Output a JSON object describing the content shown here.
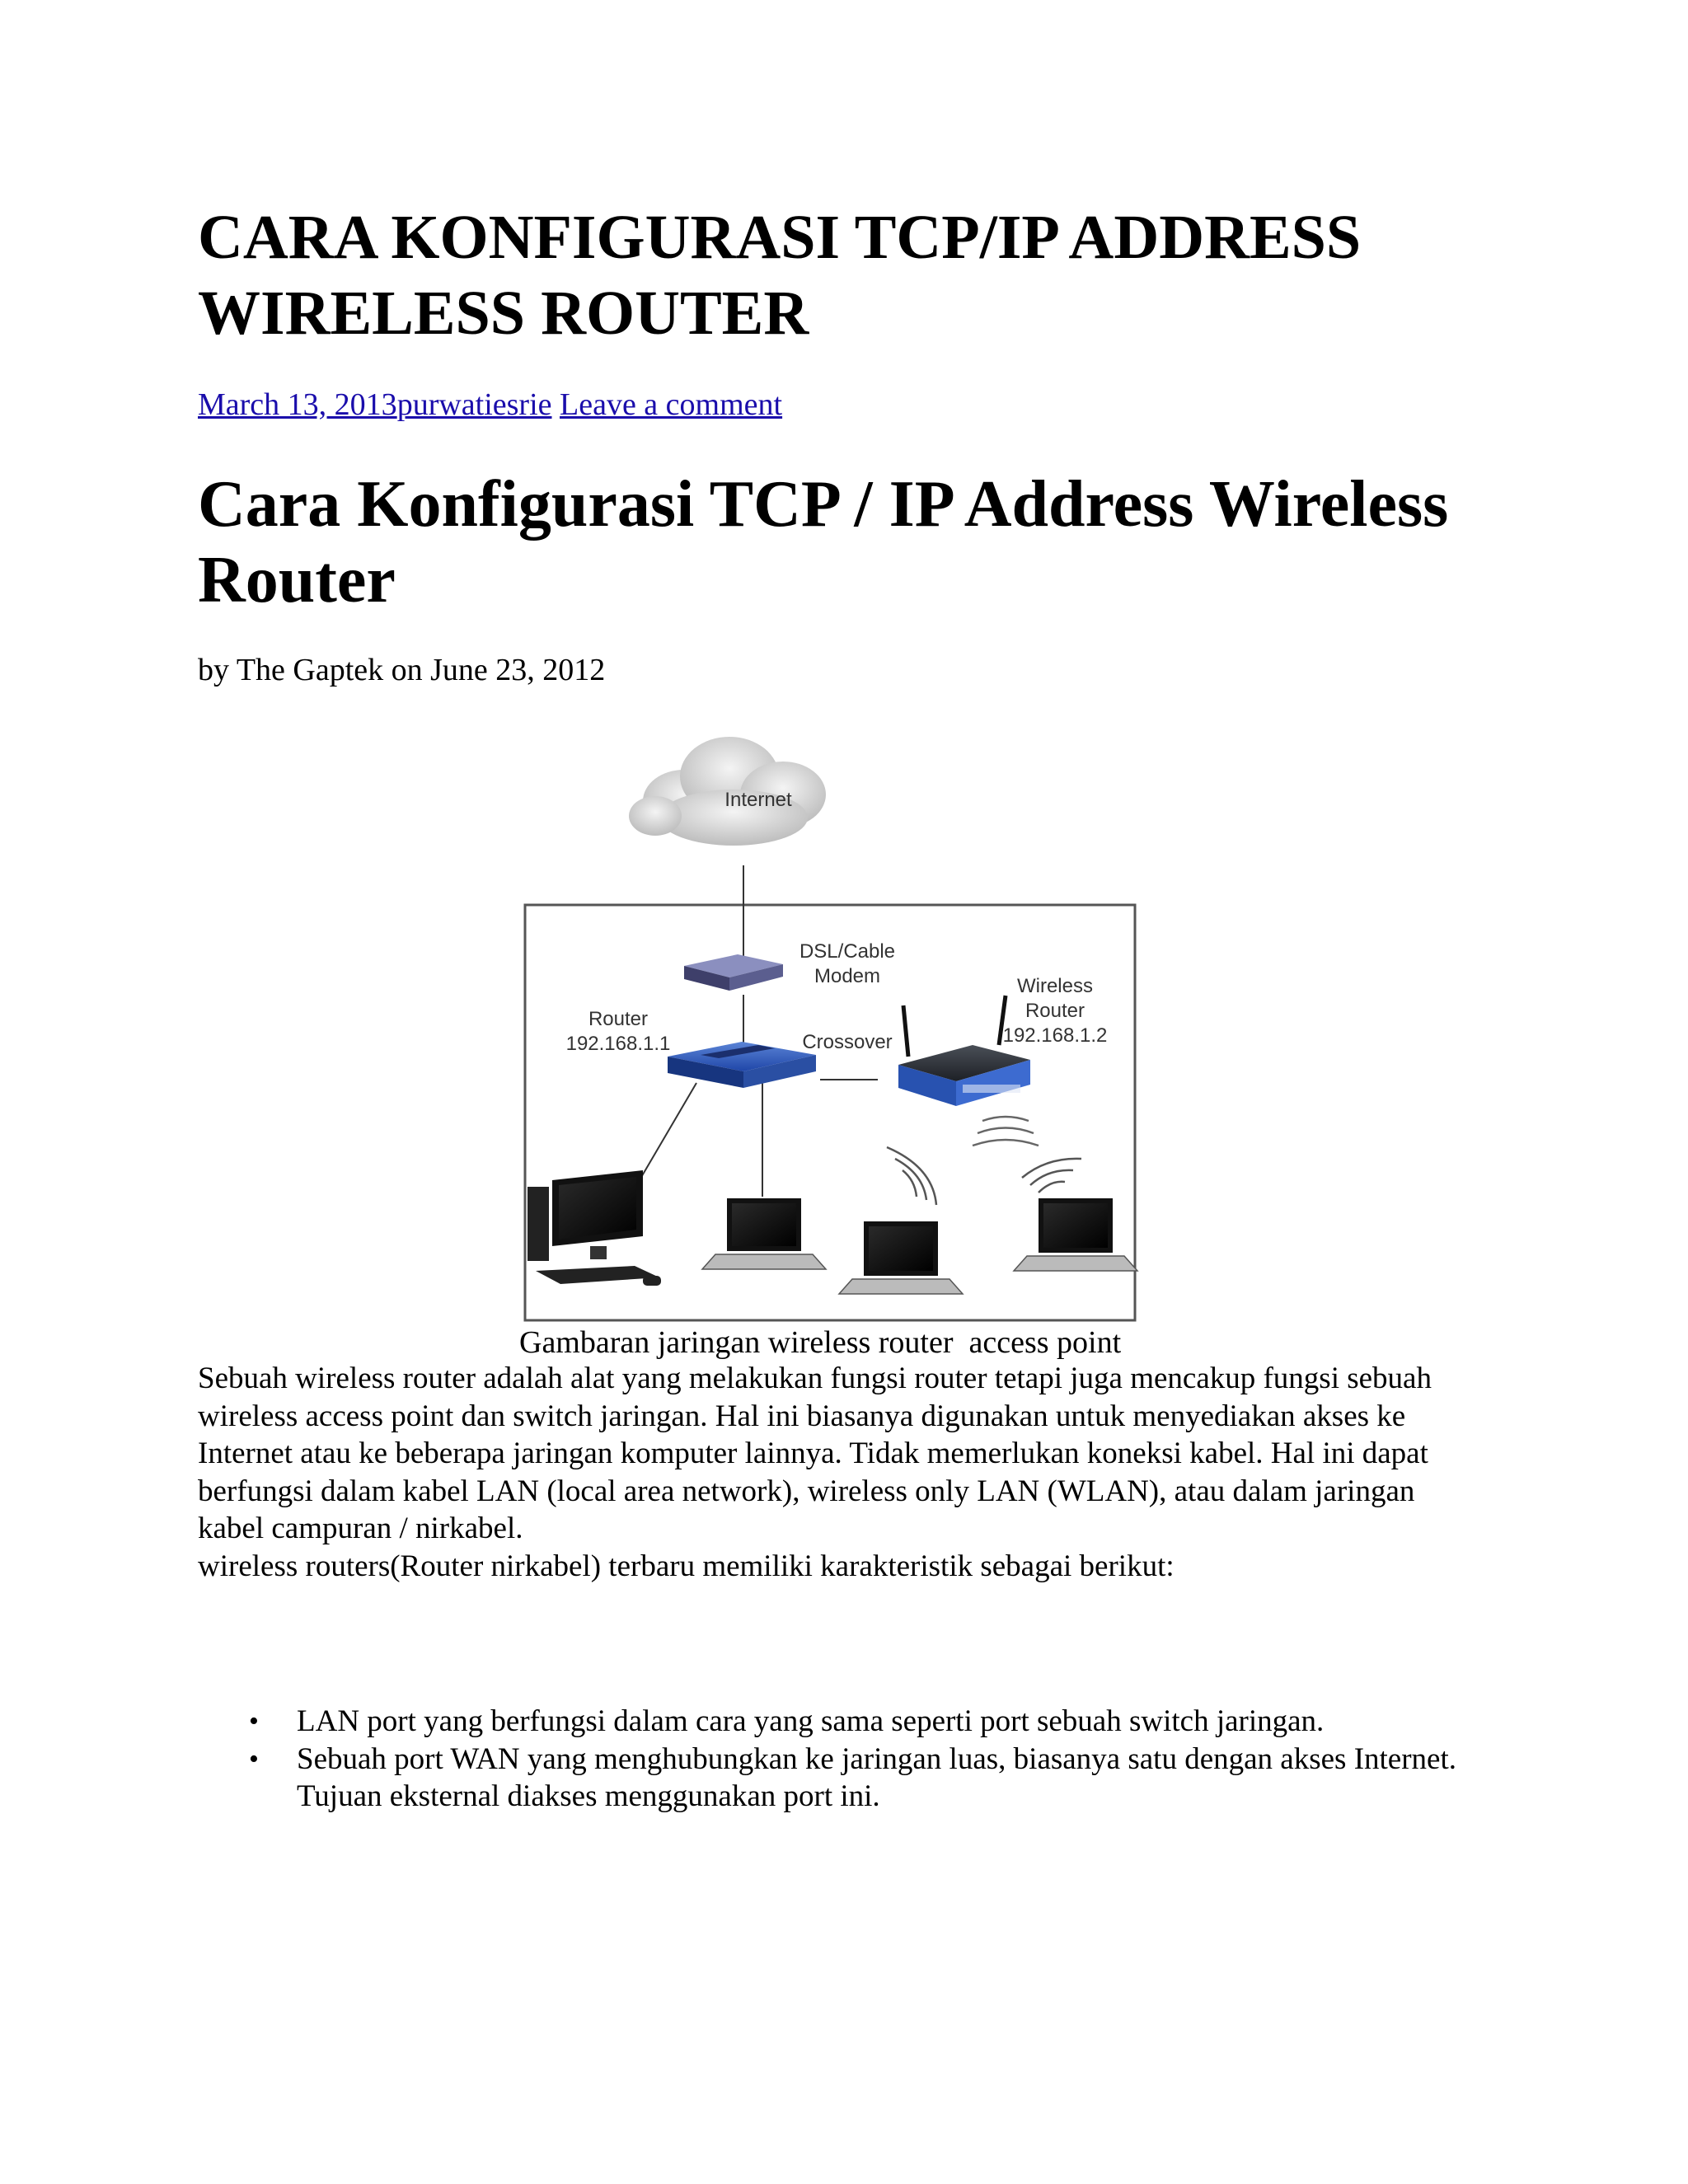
{
  "title": "CARA KONFIGURASI TCP/IP ADDRESS WIRELESS ROUTER",
  "meta": {
    "date": "March 13, 2013",
    "author": "purwatiesrie",
    "comment_link": "Leave a comment"
  },
  "article": {
    "heading": "Cara Konfigurasi TCP / IP Address Wireless Router",
    "byline": "by The Gaptek on June 23, 2012"
  },
  "figure": {
    "labels": {
      "internet": "Internet",
      "modem_line1": "DSL/Cable",
      "modem_line2": "Modem",
      "router_line1": "Router",
      "router_line2": "192.168.1.1",
      "crossover": "Crossover",
      "wireless_line1": "Wireless",
      "wireless_line2": "Router",
      "wireless_line3": "192.168.1.2"
    },
    "caption": "Gambaran jaringan wireless router  access point"
  },
  "body": {
    "paragraph1": "Sebuah wireless router adalah alat yang melakukan fungsi router tetapi juga mencakup fungsi sebuah wireless access point dan switch jaringan. Hal ini biasanya digunakan untuk menyediakan akses ke Internet atau ke beberapa jaringan komputer lainnya. Tidak memerlukan koneksi kabel. Hal ini dapat berfungsi dalam kabel LAN (local area network), wireless only LAN (WLAN), atau dalam jaringan kabel campuran / nirkabel.",
    "paragraph2": "wireless routers(Router nirkabel) terbaru memiliki karakteristik sebagai berikut:"
  },
  "bullets": [
    "LAN port yang berfungsi dalam cara yang sama seperti port sebuah switch jaringan.",
    "Sebuah port WAN yang menghubungkan ke jaringan luas, biasanya satu dengan akses Internet. Tujuan eksternal diakses menggunakan port ini."
  ]
}
